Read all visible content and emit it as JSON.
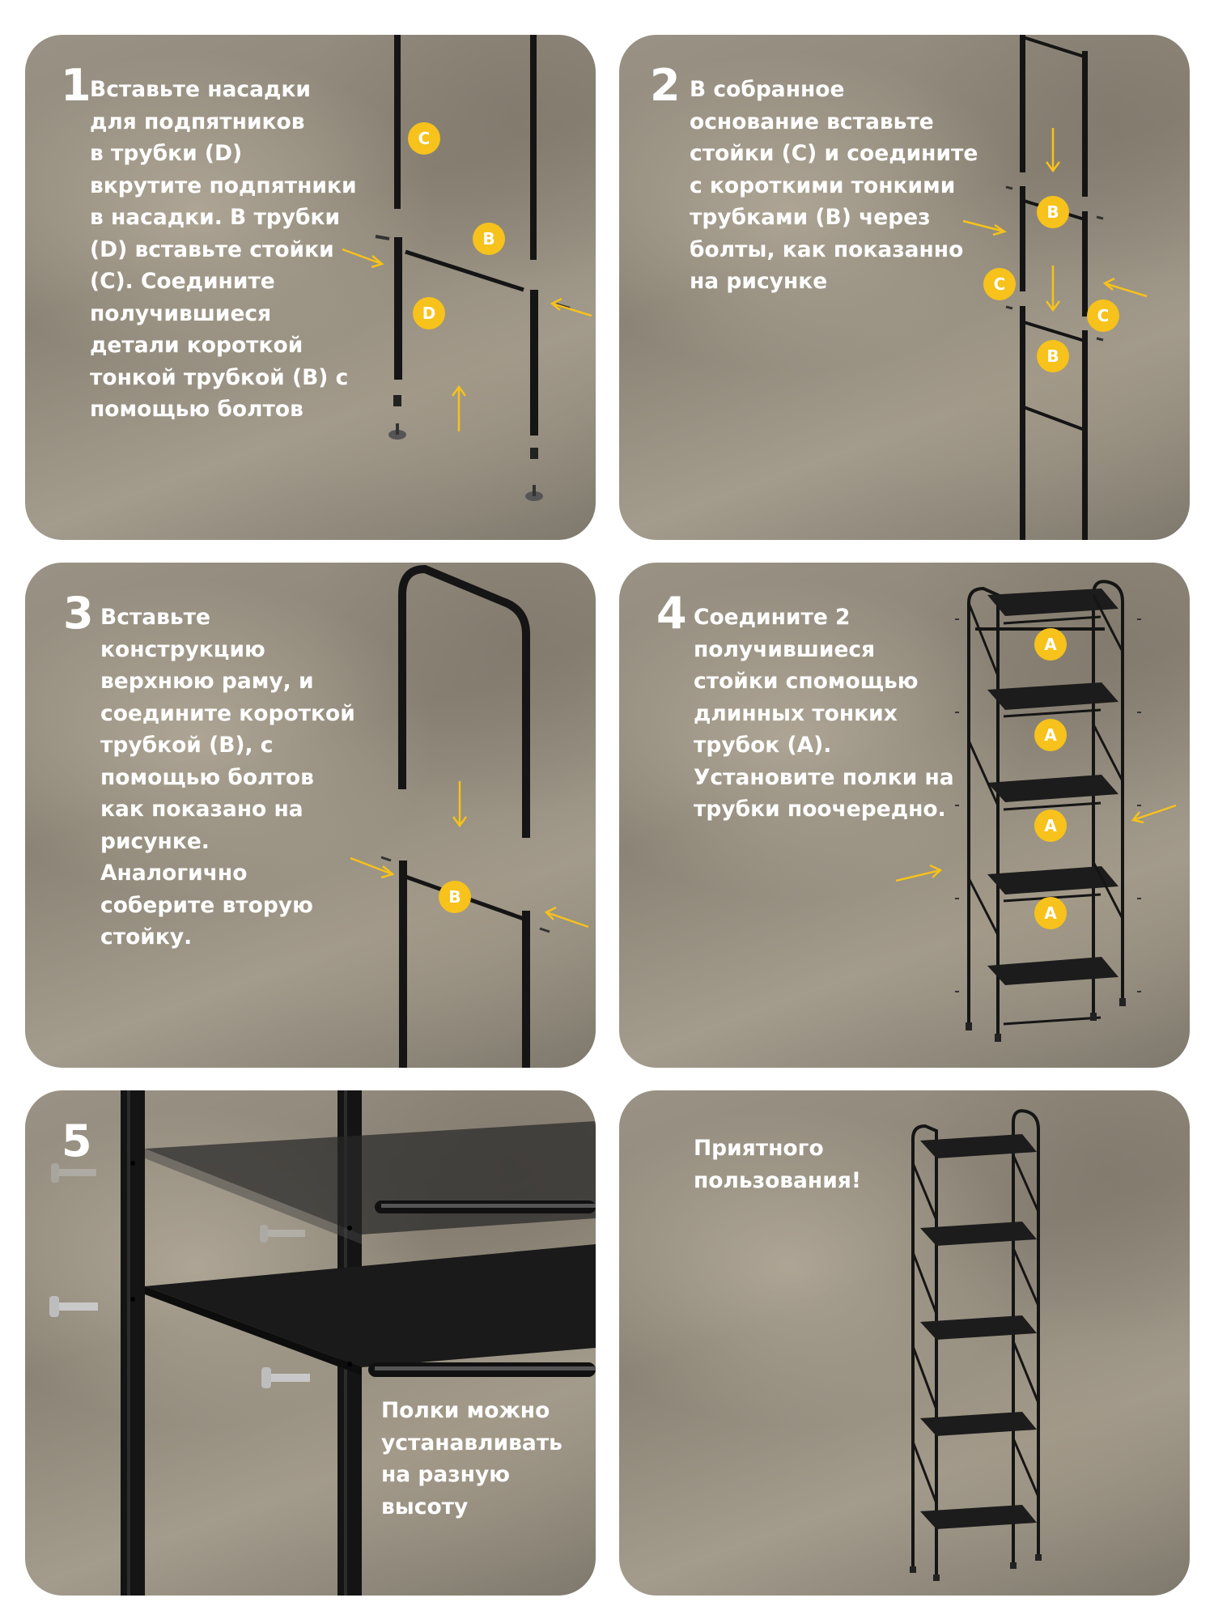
{
  "steps": [
    {
      "number": "1",
      "text": "Вставьте насадки\nдля подпятников\nв трубки (D)\nвкрутите подпятники\nв насадки. В трубки\n(D) вставьте стойки\n(C). Соедините\nполучившиеся\nдетали короткой\nтонкой трубкой (B) с\nпомощью болтов"
    },
    {
      "number": "2",
      "text": "В собранное\nоснование вставьте\nстойки (C) и соедините\nс короткими тонкими\nтрубками (B) через\nболты, как показанно\nна рисунке"
    },
    {
      "number": "3",
      "text": "Вставьте\nконструкцию\nверхнюю раму, и\nсоедините короткой\nтрубкой (B), с\nпомощью болтов\nкак показано на\nрисунке.\nАналогично\nсоберите вторую\nстойку."
    },
    {
      "number": "4",
      "text": "Соедините 2\nполучившиеся\nстойки спомощью\nдлинных тонких\nтрубок (A).\nУстановите полки на\nтрубки поочередно."
    },
    {
      "number": "5",
      "text": "Полки можно\nустанавливать\nна разную\nвысоту"
    }
  ],
  "final_text": "Приятного\nпользования!",
  "badges": {
    "a": "A",
    "b": "B",
    "c": "C",
    "d": "D"
  },
  "colors": {
    "accent": "#f6c21b",
    "metal": "#151515",
    "text": "#ffffff"
  }
}
